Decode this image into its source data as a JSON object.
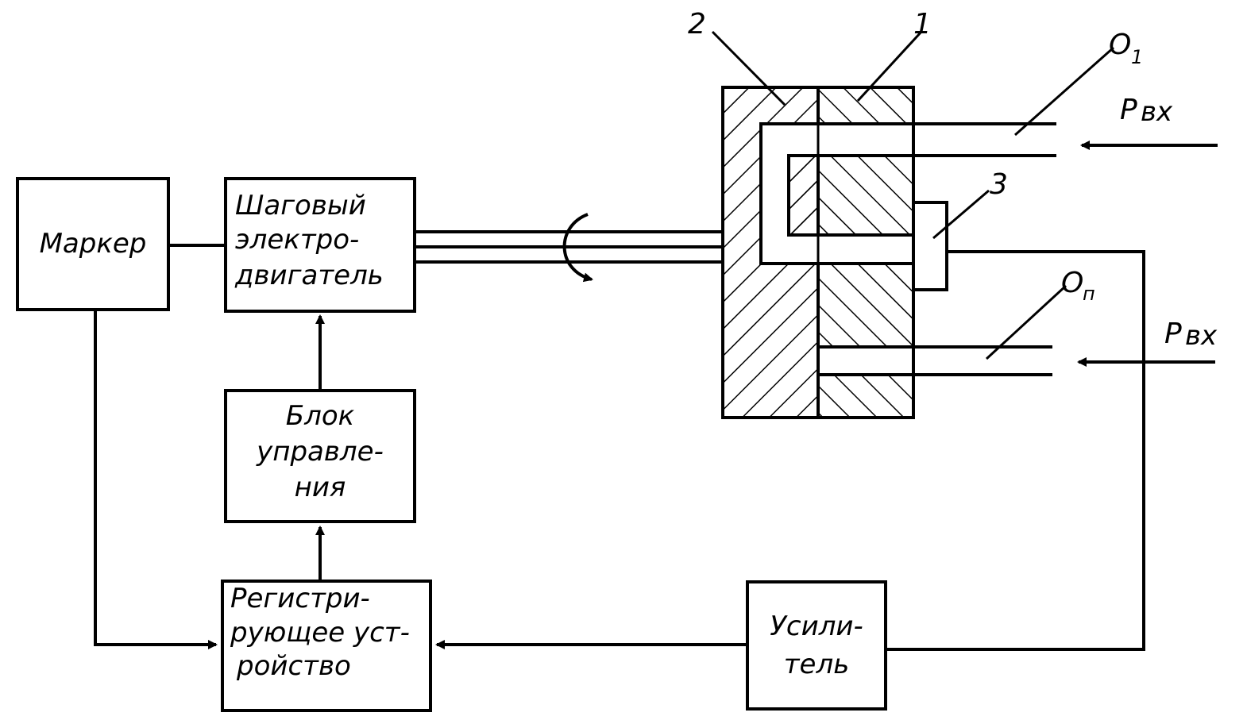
{
  "blocks": {
    "marker": "Маркер",
    "motor": [
      "Шаговый",
      "электро-",
      "двигатель"
    ],
    "control": [
      "Блок",
      "управле-",
      "ния"
    ],
    "recorder": [
      "Регистри-",
      "рующее уст-",
      "ройство"
    ],
    "amplifier": [
      "Усили-",
      "тель"
    ]
  },
  "callouts": {
    "one": "1",
    "two": "2",
    "three": "3"
  },
  "ports": {
    "o1_main": "O",
    "o1_sub": "1",
    "on_main": "O",
    "on_sub": "п",
    "p_in_top_main": "P",
    "p_in_top_sub": "вх",
    "p_in_bottom_main": "P",
    "p_in_bottom_sub": "вх"
  }
}
